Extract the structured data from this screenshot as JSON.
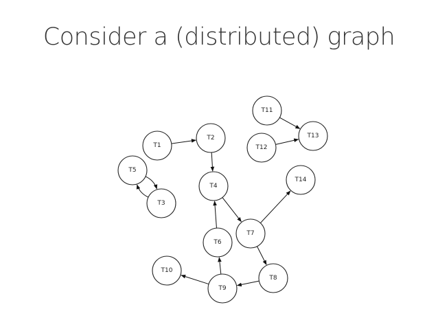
{
  "title": "Consider a (distributed) graph",
  "nodes": [
    {
      "id": "T1",
      "label": "T1"
    },
    {
      "id": "T2",
      "label": "T2"
    },
    {
      "id": "T3",
      "label": "T3"
    },
    {
      "id": "T4",
      "label": "T4"
    },
    {
      "id": "T5",
      "label": "T5"
    },
    {
      "id": "T6",
      "label": "T6"
    },
    {
      "id": "T7",
      "label": "T7"
    },
    {
      "id": "T8",
      "label": "T8"
    },
    {
      "id": "T9",
      "label": "T9"
    },
    {
      "id": "T10",
      "label": "T10"
    },
    {
      "id": "T11",
      "label": "T11"
    },
    {
      "id": "T12",
      "label": "T12"
    },
    {
      "id": "T13",
      "label": "T13"
    },
    {
      "id": "T14",
      "label": "T14"
    }
  ],
  "edges": [
    {
      "from": "T1",
      "to": "T2"
    },
    {
      "from": "T2",
      "to": "T4"
    },
    {
      "from": "T4",
      "to": "T7"
    },
    {
      "from": "T7",
      "to": "T14"
    },
    {
      "from": "T7",
      "to": "T8"
    },
    {
      "from": "T8",
      "to": "T9"
    },
    {
      "from": "T9",
      "to": "T6"
    },
    {
      "from": "T9",
      "to": "T10"
    },
    {
      "from": "T6",
      "to": "T4"
    },
    {
      "from": "T11",
      "to": "T13"
    },
    {
      "from": "T12",
      "to": "T13"
    },
    {
      "from": "T5",
      "to": "T3"
    },
    {
      "from": "T3",
      "to": "T5"
    }
  ]
}
